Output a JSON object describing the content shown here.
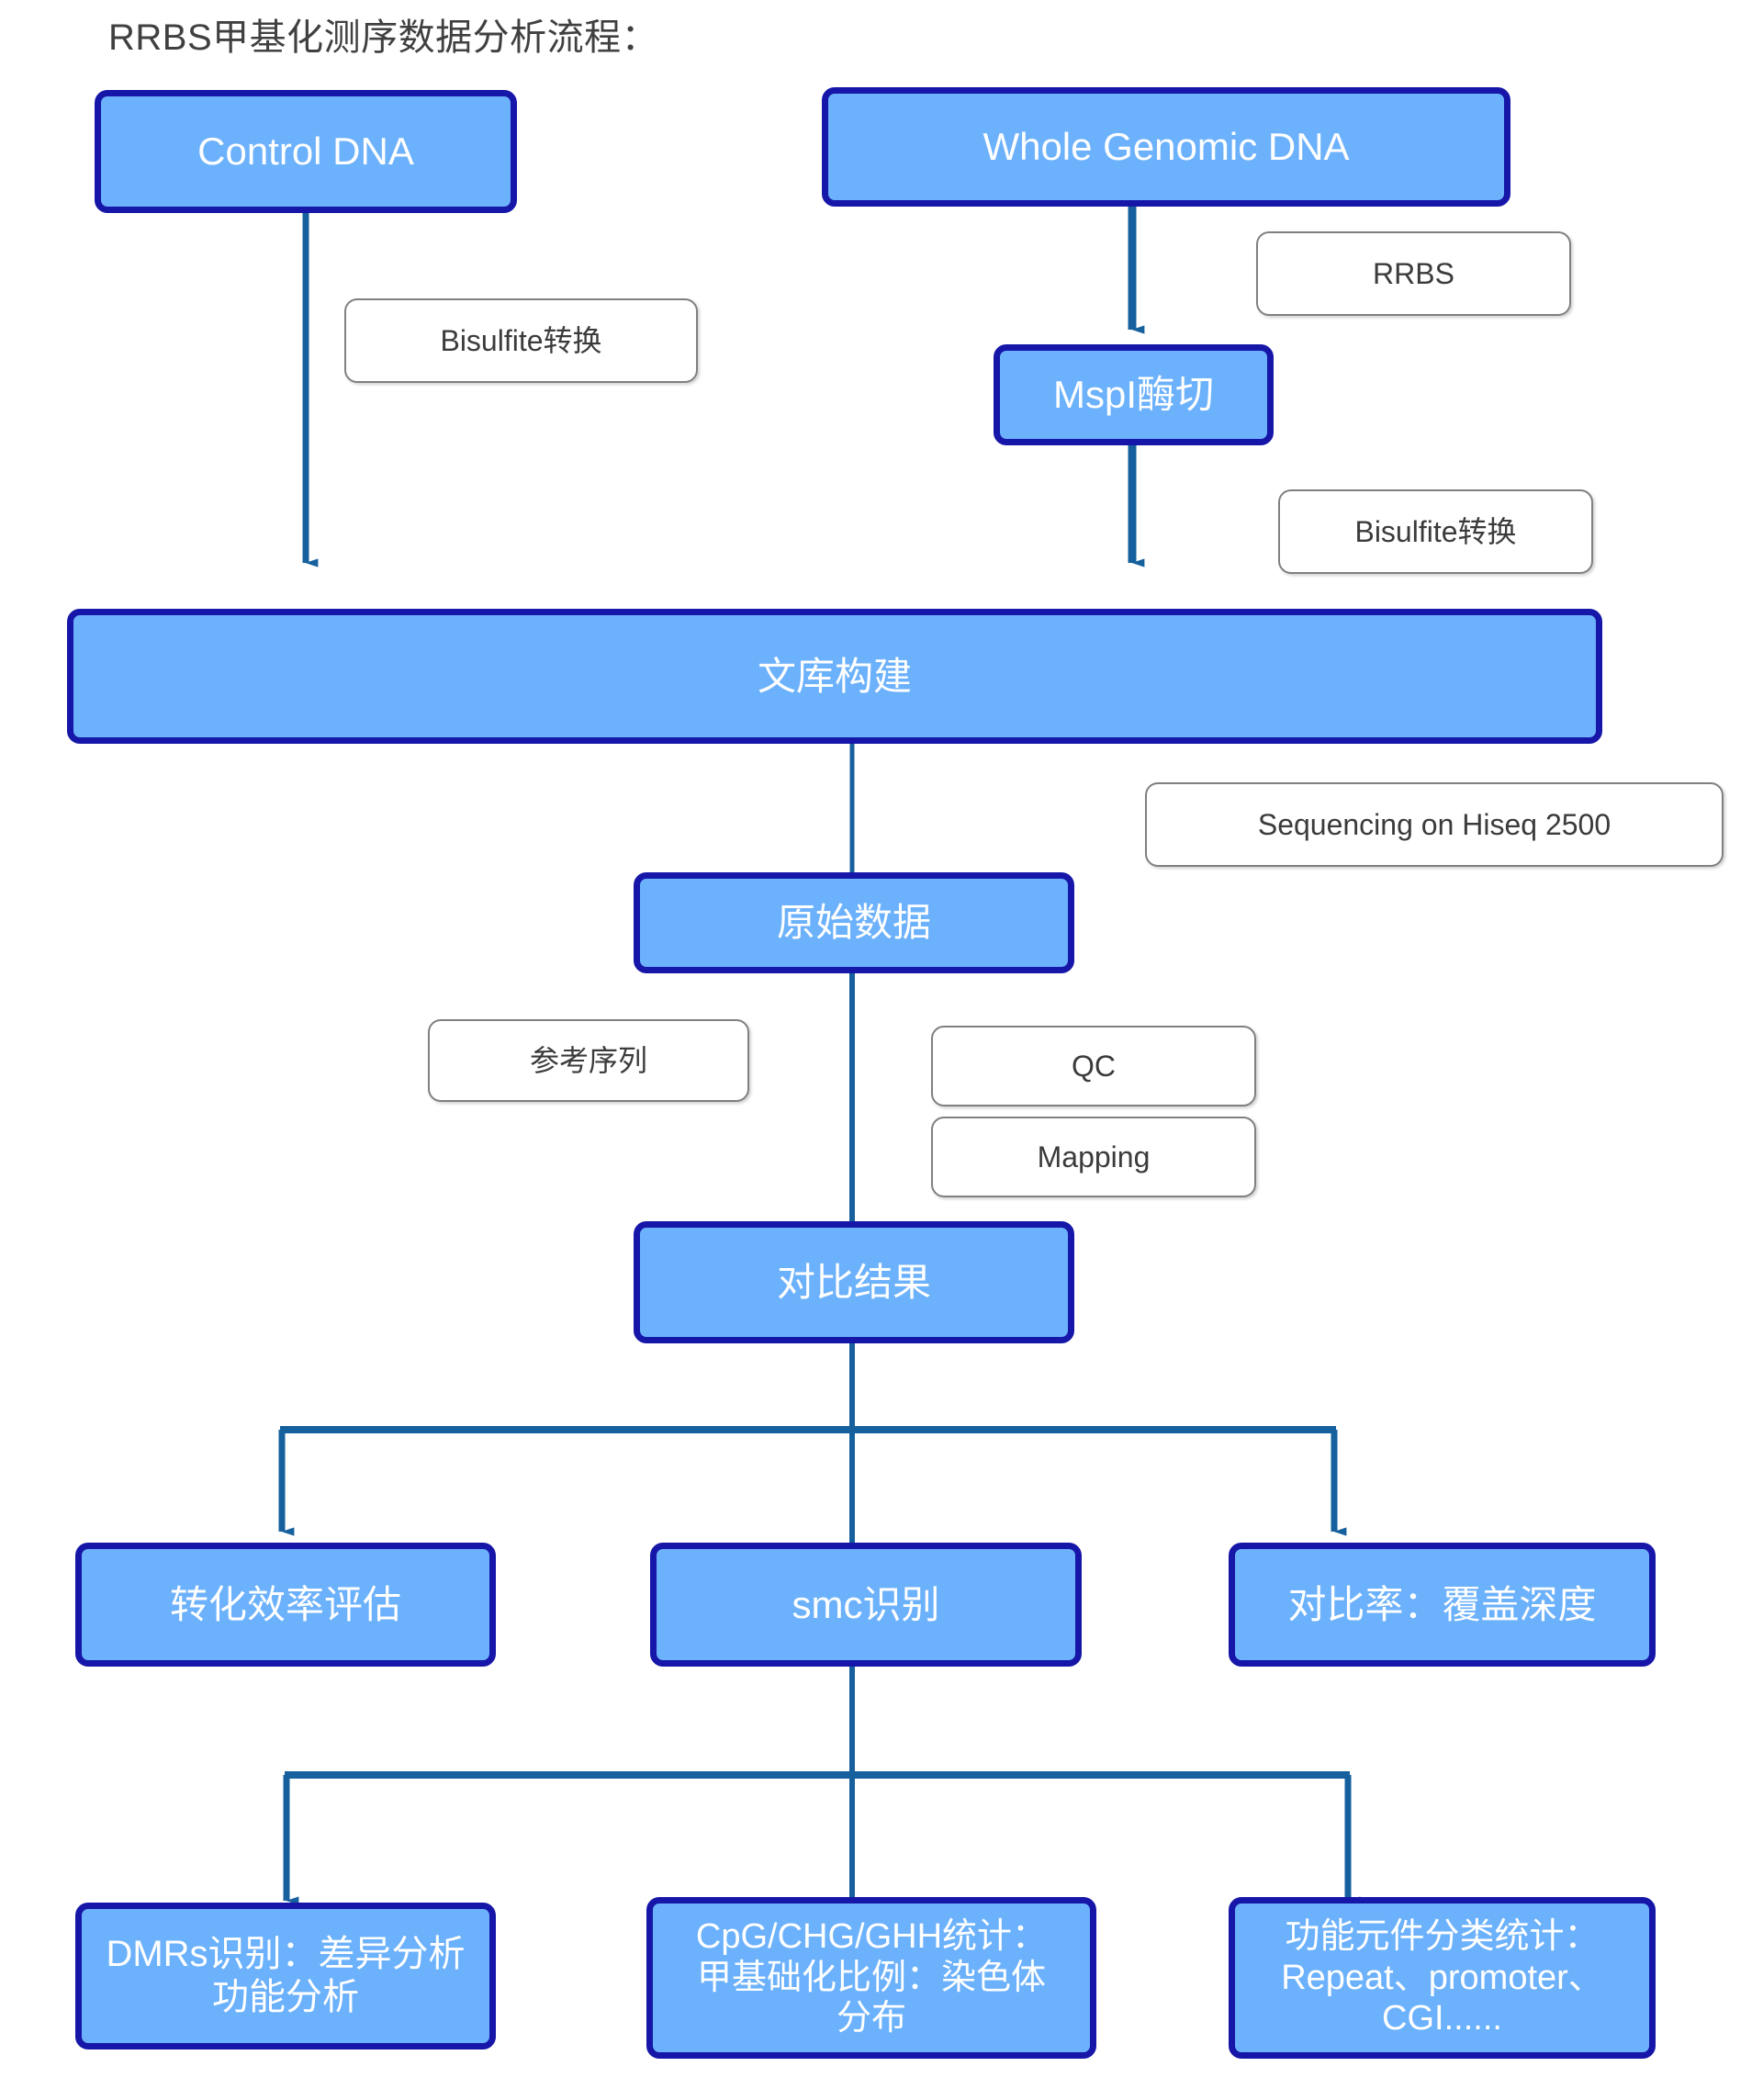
{
  "diagram": {
    "title": "RRBS甲基化测序数据分析流程：",
    "colors": {
      "box_fill": "#6cb1fb",
      "box_border": "#1616a8",
      "box_text": "#ffffff",
      "annotation_border": "#808080",
      "annotation_text": "#3b3b3b",
      "connector": "#16609e",
      "title_text": "#404040",
      "background": "#ffffff"
    },
    "process_nodes": [
      {
        "id": "control-dna",
        "label": "Control DNA"
      },
      {
        "id": "whole-genomic-dna",
        "label": "Whole Genomic DNA"
      },
      {
        "id": "mspi-digestion",
        "label": "MspI酶切"
      },
      {
        "id": "library-construction",
        "label": "文库构建"
      },
      {
        "id": "raw-data",
        "label": "原始数据"
      },
      {
        "id": "alignment-result",
        "label": "对比结果"
      },
      {
        "id": "conversion-efficiency",
        "label": "转化效率评估"
      },
      {
        "id": "smc-identification",
        "label": "smc识别"
      },
      {
        "id": "mapping-rate-depth",
        "label": "对比率：覆盖深度"
      },
      {
        "id": "dmrs-identification",
        "line1": "DMRs识别：差异分析",
        "line2": "功能分析"
      },
      {
        "id": "cpg-chg-ghh-stats",
        "line1": "CpG/CHG/GHH统计：",
        "line2": "甲基础化比例：染色体",
        "line3": "分布"
      },
      {
        "id": "functional-element-stats",
        "line1": "功能元件分类统计：",
        "line2": "Repeat、promoter、",
        "line3": "CGI......"
      }
    ],
    "annotations": [
      {
        "id": "bisulfite-left",
        "label": "Bisulfite转换"
      },
      {
        "id": "rrbs",
        "label": "RRBS"
      },
      {
        "id": "bisulfite-right",
        "label": "Bisulfite转换"
      },
      {
        "id": "sequencing",
        "label": "Sequencing on Hiseq 2500"
      },
      {
        "id": "reference-seq",
        "label": "参考序列"
      },
      {
        "id": "qc",
        "label": "QC"
      },
      {
        "id": "mapping",
        "label": "Mapping"
      }
    ]
  }
}
